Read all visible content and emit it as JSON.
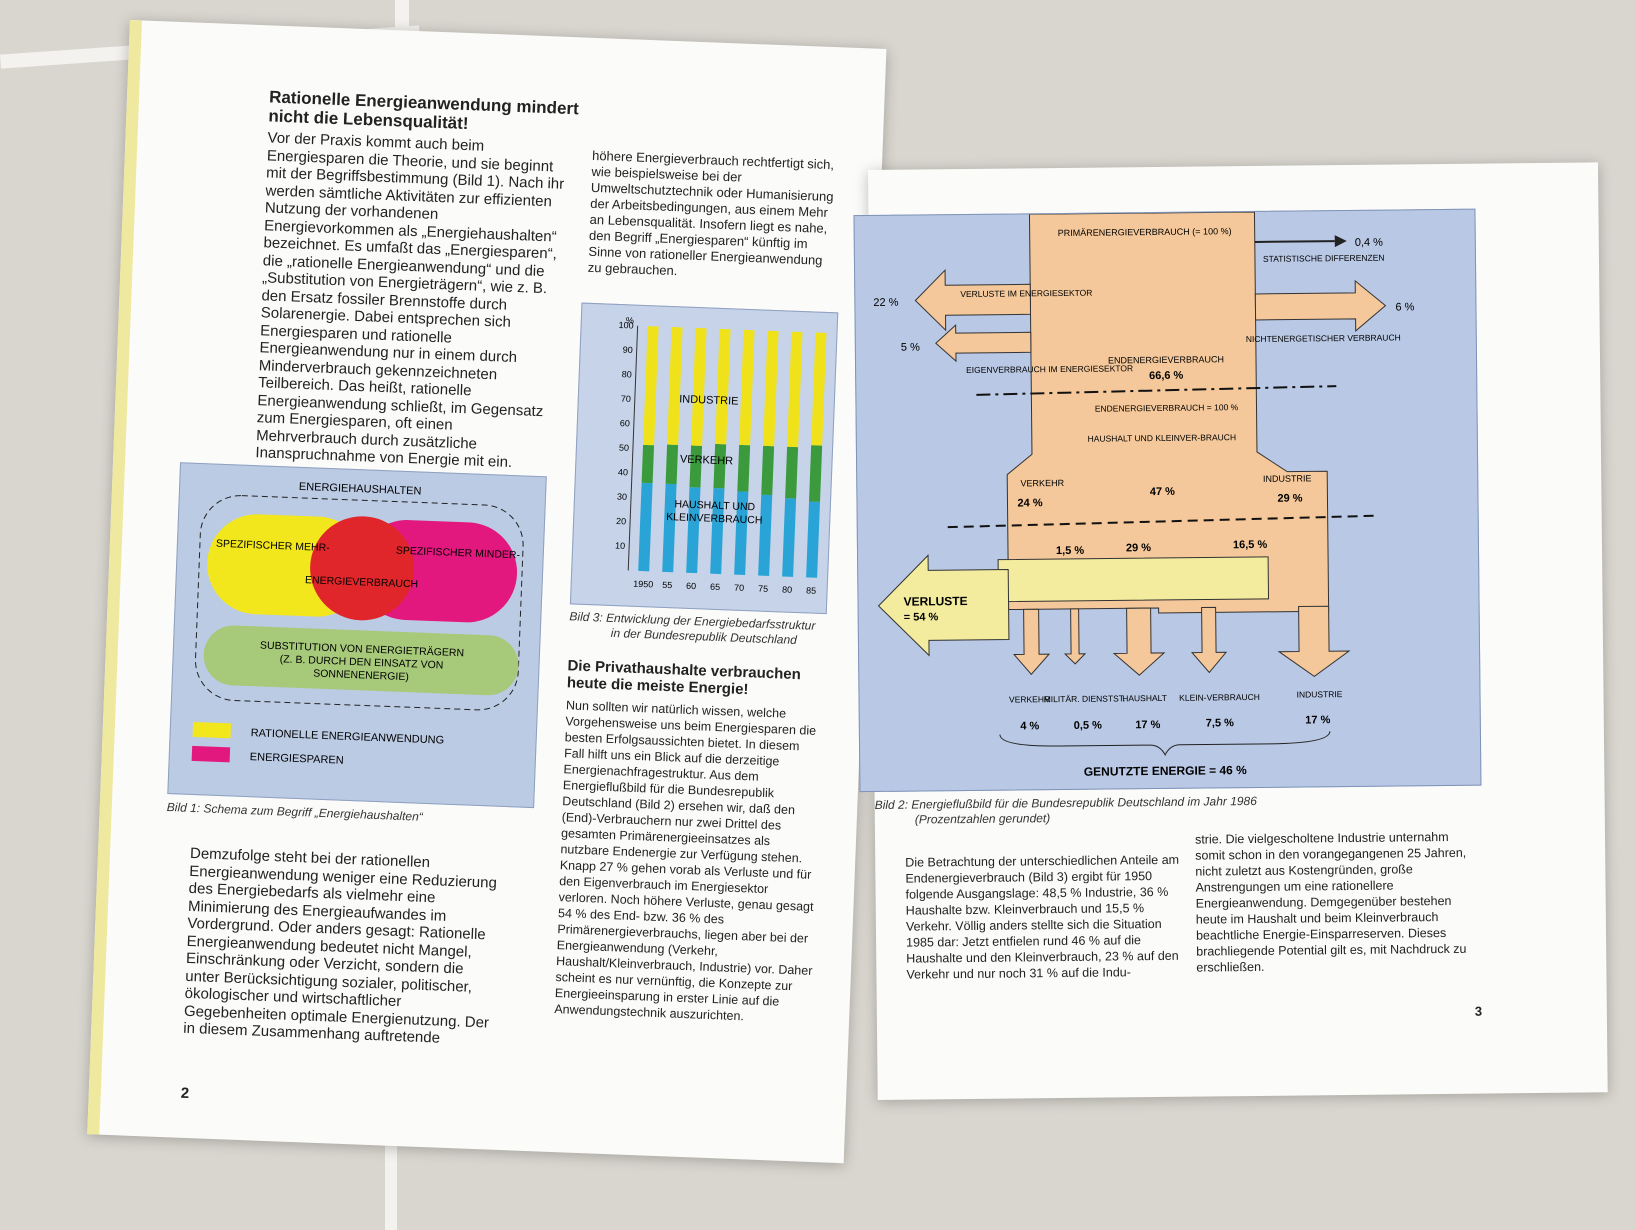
{
  "left_page": {
    "heading": "Rationelle Energieanwendung mindert nicht die Lebensqualität!",
    "col1_text": "Vor der Praxis kommt auch beim Energiesparen die Theorie, und sie beginnt mit der Begriffsbestimmung (Bild 1). Nach ihr werden sämtliche Aktivitäten zur effizienten Nutzung der vorhandenen Energievorkommen als „Energiehaushalten“ bezeichnet. Es umfaßt das „Energiesparen“, die „rationelle Energieanwendung“ und die „Substitution von Energieträgern“, wie z. B. den Ersatz fossiler Brennstoffe durch Solarenergie. Dabei entsprechen sich Energiesparen und rationelle Energieanwendung nur in einem durch Minderverbrauch gekennzeichneten Teilbereich. Das heißt, rationelle Energieanwendung schließt, im Gegensatz zum Energiesparen, oft einen Mehrverbrauch durch zusätzliche Inanspruchnahme von Energie mit ein.",
    "col1_text_lower": "Demzufolge steht bei der rationellen Energieanwendung weniger eine Reduzierung des Energiebedarfs als vielmehr eine Minimierung des Energieaufwandes im Vordergrund. Oder anders gesagt: Rationelle Energieanwendung bedeutet nicht Mangel, Einschränkung oder Verzicht, sondern die unter Berücksichtigung sozialer, politischer, ökologischer und wirtschaftlicher Gegebenheiten optimale Energienutzung. Der in diesem Zusammenhang auftretende",
    "col2_text_top": "höhere Energieverbrauch rechtfertigt sich, wie beispielsweise bei der Umweltschutztechnik oder Humanisierung der Arbeitsbedingungen, aus einem Mehr an Lebensqualität. Insofern liegt es nahe, den Begriff „Energiesparen“ künftig im Sinne von rationeller Energieanwendung zu gebrauchen.",
    "heading2": "Die Privathaushalte verbrauchen heute die meiste Energie!",
    "col2_text_lower": "Nun sollten wir natürlich wissen, welche Vorgehensweise uns beim Energiesparen die besten Erfolgsaussichten bietet. In diesem Fall hilft uns ein Blick auf die derzeitige Energienachfragestruktur. Aus dem Energieflußbild für die Bundesrepublik Deutschland (Bild 2) ersehen wir, daß den (End)-Verbrauchern nur zwei Drittel des gesamten Primärenergieeinsatzes als nutzbare Endenergie zur Verfügung stehen. Knapp 27 % gehen vorab als Verluste und für den Eigenverbrauch im Energiesektor verloren. Noch höhere Verluste, genau gesagt 54 % des End- bzw. 36 % des Primärenergieverbrauchs, liegen aber bei der Energieanwendung (Verkehr, Haushalt/Kleinverbrauch, Industrie) vor. Daher scheint es nur vernünftig, die Konzepte zur Energieeinsparung in erster Linie auf die Anwendungstechnik auszurichten.",
    "page_number": "2",
    "venn": {
      "title": "ENERGIEHAUSHALTEN",
      "left_label": "SPEZIFISCHER MEHR-",
      "right_label": "SPEZIFISCHER MINDER-",
      "center_label": "ENERGIEVERBRAUCH",
      "substitution_line1": "SUBSTITUTION VON ENERGIETRÄGERN",
      "substitution_line2": "(Z. B. DURCH DEN EINSATZ VON",
      "substitution_line3": "SONNENENERGIE)",
      "legend": [
        {
          "label": "RATIONELLE ENERGIEANWENDUNG",
          "color": "#f2e61c"
        },
        {
          "label": "ENERGIESPAREN",
          "color": "#e2187e"
        }
      ],
      "caption": "Bild 1:  Schema zum Begriff „Energiehaushalten“"
    },
    "bar_chart": {
      "caption_line1": "Bild 3:  Entwicklung der Energiebedarfsstruktur",
      "caption_line2": "in der Bundesrepublik Deutschland",
      "label_industrie": "INDUSTRIE",
      "label_verkehr": "VERKEHR",
      "label_haushalt1": "HAUSHALT UND",
      "label_haushalt2": "KLEINVERBRAUCH",
      "unit": "%"
    }
  },
  "chart_data": {
    "type": "bar",
    "stacked": true,
    "categories": [
      "1950",
      "55",
      "60",
      "65",
      "70",
      "75",
      "80",
      "85"
    ],
    "series": [
      {
        "name": "HAUSHALT UND KLEINVERBRAUCH",
        "color": "#2aa4d6",
        "values": [
          36,
          36,
          35,
          35,
          34,
          33,
          32,
          31
        ]
      },
      {
        "name": "VERKEHR",
        "color": "#3a9a3c",
        "values": [
          15.5,
          16,
          17,
          18,
          19,
          20,
          21,
          23
        ]
      },
      {
        "name": "INDUSTRIE",
        "color": "#f0e21a",
        "values": [
          48.5,
          48,
          48,
          47,
          47,
          47,
          47,
          46
        ]
      }
    ],
    "yticks": [
      "10",
      "20",
      "30",
      "40",
      "50",
      "60",
      "70",
      "80",
      "90",
      "100"
    ],
    "ylim": [
      0,
      100
    ]
  },
  "right_page": {
    "flow": {
      "primaer": "PRIMÄRENERGIEVERBRAUCH (= 100 %)",
      "stat_diff": "STATISTISCHE DIFFERENZEN",
      "stat_diff_pct": "0,4 %",
      "verluste_sektor": "VERLUSTE IM ENERGIESEKTOR",
      "verluste_sektor_pct": "22 %",
      "nichtenerg_pct": "6 %",
      "nichtenerg": "NICHTENERGETISCHER VERBRAUCH",
      "eigenverbrauch": "EIGENVERBRAUCH IM ENERGIESEKTOR",
      "eigenverbrauch_pct": "5 %",
      "endenergie": "ENDENERGIEVERBRAUCH",
      "endenergie_pct": "66,6 %",
      "endenergie100": "ENDENERGIEVERBRAUCH = 100 %",
      "haushalt_head": "HAUSHALT UND KLEINVER-BRAUCH",
      "haushalt_pct": "47 %",
      "verkehr_head": "VERKEHR",
      "verkehr_pct": "24 %",
      "industrie_head": "INDUSTRIE",
      "industrie_pct": "29 %",
      "loss_1": "1,5 %",
      "loss_2": "29 %",
      "loss_3": "16,5 %",
      "verluste": "VERLUSTE",
      "verluste_pct": "= 54 %",
      "out_labels": [
        "VERKEHR",
        "MILITÄR. DIENSTST.",
        "HAUSHALT",
        "KLEIN-VERBRAUCH",
        "INDUSTRIE"
      ],
      "out_values": [
        "4 %",
        "0,5 %",
        "17 %",
        "7,5 %",
        "17 %"
      ],
      "genutzt": "GENUTZTE ENERGIE = 46 %"
    },
    "caption_line1": "Bild 2:  Energieflußbild für die Bundesrepublik Deutschland im Jahr 1986",
    "caption_line2": "(Prozentzahlen gerundet)",
    "col1_text": "Die Betrachtung der unterschiedlichen Anteile am Endenergieverbrauch (Bild 3) ergibt für 1950 folgende Ausgangslage: 48,5 % Industrie, 36 % Haushalte bzw. Kleinverbrauch und 15,5 % Verkehr. Völlig anders stellte sich die Situation 1985 dar: Jetzt entfielen rund 46 % auf die Haushalte und den Kleinverbrauch, 23 % auf den Verkehr und nur noch 31 % auf die Indu-",
    "col2_text": "strie. Die vielgescholtene Industrie unternahm somit schon in den vorangegangenen 25 Jahren, nicht zuletzt aus Kostengründen, große Anstrengungen um eine rationellere Energieanwendung. Demgegenüber bestehen heute im Haushalt und beim Kleinverbrauch beachtliche Energie-Einsparreserven. Dieses brachliegende Potential gilt es, mit Nachdruck zu erschließen.",
    "page_number": "3"
  }
}
